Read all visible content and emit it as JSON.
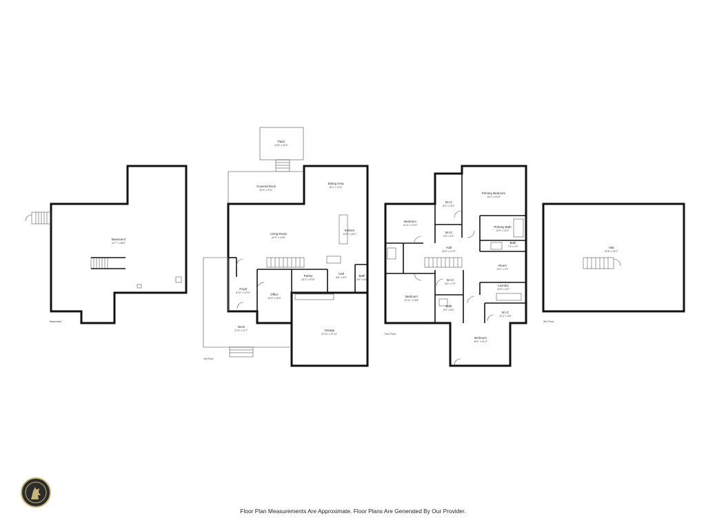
{
  "footer": {
    "note": "Floor Plan Measurements Are Approximate. Floor Plans Are Generated By Our Provider."
  },
  "brand": {
    "logo_icon": "wolf-emblem-icon",
    "logo_bg": "#2c2c2c",
    "logo_accent": "#c9b57a"
  },
  "floors": [
    {
      "id": "basement",
      "label": "Basement",
      "rooms": [
        {
          "id": "basement-room",
          "name": "Basement",
          "dim": "41'7\" x 38'8\""
        }
      ]
    },
    {
      "id": "first",
      "label": "1st Floor",
      "rooms": [
        {
          "id": "patio",
          "name": "Patio",
          "dim": "13'8\" x 16'2\""
        },
        {
          "id": "covered-deck",
          "name": "Covered Deck",
          "dim": "20'4\" x 9'11\""
        },
        {
          "id": "dining-area",
          "name": "Dining Area",
          "dim": "19'1\" x 11'9\""
        },
        {
          "id": "living-room",
          "name": "Living Room",
          "dim": "29'3\" x 19'8\""
        },
        {
          "id": "kitchen",
          "name": "Kitchen",
          "dim": "13'3\" x 18'2\""
        },
        {
          "id": "pantry",
          "name": "Pantry",
          "dim": "10'2\" x 6'10\""
        },
        {
          "id": "hall-1",
          "name": "Hall",
          "dim": "8'8\" x 8'9\""
        },
        {
          "id": "bath-1",
          "name": "Bath",
          "dim": "3'6\" x 8'0\""
        },
        {
          "id": "foyer",
          "name": "Foyer",
          "dim": "8'10\" x 12'11\""
        },
        {
          "id": "office",
          "name": "Office",
          "dim": "10'2\" x 16'5\""
        },
        {
          "id": "deck",
          "name": "Deck",
          "dim": "27'6\" x 27'7\""
        },
        {
          "id": "garage",
          "name": "Garage",
          "dim": "22'11\" x 21'11\""
        }
      ]
    },
    {
      "id": "second",
      "label": "2nd Floor",
      "rooms": [
        {
          "id": "bedroom-1",
          "name": "Bedroom",
          "dim": "14'11\" x 11'9\""
        },
        {
          "id": "wic-1",
          "name": "W.I.C",
          "dim": "8'0\" x 10'1\""
        },
        {
          "id": "primary-bedroom",
          "name": "Primary Bedroom",
          "dim": "15'1\" x 21'8\""
        },
        {
          "id": "primary-bath",
          "name": "Primary Bath",
          "dim": "13'9\" x 11'0\""
        },
        {
          "id": "wic-2",
          "name": "W.I.C",
          "dim": "5'0\" x 5'1\""
        },
        {
          "id": "bath-2",
          "name": "Bath",
          "dim": "7'4\" x 3'1\""
        },
        {
          "id": "hall-2",
          "name": "Hall",
          "dim": "20'0\" x 17'6\""
        },
        {
          "id": "room",
          "name": "Room",
          "dim": "14'1\" x 9'1\""
        },
        {
          "id": "wic-3",
          "name": "W.I.C",
          "dim": "8'0\" x 7'5\""
        },
        {
          "id": "laundry",
          "name": "Laundry",
          "dim": "13'9\" x 5'2\""
        },
        {
          "id": "bedroom-2",
          "name": "Bedroom",
          "dim": "14'11\" x 16'6\""
        },
        {
          "id": "bath-3",
          "name": "Bath",
          "dim": "8'5\" x 8'2\""
        },
        {
          "id": "wic-4",
          "name": "W.I.C",
          "dim": "12'2\" x 5'8\""
        },
        {
          "id": "bedroom-3",
          "name": "Bedroom",
          "dim": "18'2\" x 21'2\""
        }
      ]
    },
    {
      "id": "third",
      "label": "3rd Floor",
      "rooms": [
        {
          "id": "attic",
          "name": "Attic",
          "dim": "42'8\" x 32'7\""
        }
      ]
    }
  ]
}
